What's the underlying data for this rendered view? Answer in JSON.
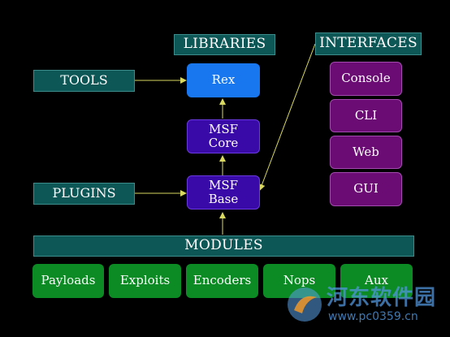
{
  "headers": {
    "libraries": "LIBRARIES",
    "interfaces": "INTERFACES",
    "modules": "MODULES"
  },
  "left": {
    "tools": "TOOLS",
    "plugins": "PLUGINS"
  },
  "center": {
    "rex": "Rex",
    "msf_core": [
      "MSF",
      "Core"
    ],
    "msf_base": [
      "MSF",
      "Base"
    ]
  },
  "interfaces": [
    "Console",
    "CLI",
    "Web",
    "GUI"
  ],
  "modules": [
    "Payloads",
    "Exploits",
    "Encoders",
    "Nops",
    "Aux"
  ],
  "watermark": {
    "name": "河东软件园",
    "url": "www.pc0359.cn"
  },
  "colors": {
    "background": "#000000",
    "teal": "#0e5757",
    "rex": "#1877ee",
    "msf": "#3a0aa8",
    "interface": "#6b0b74",
    "module": "#0c8a24",
    "connector": "#d8d860"
  }
}
